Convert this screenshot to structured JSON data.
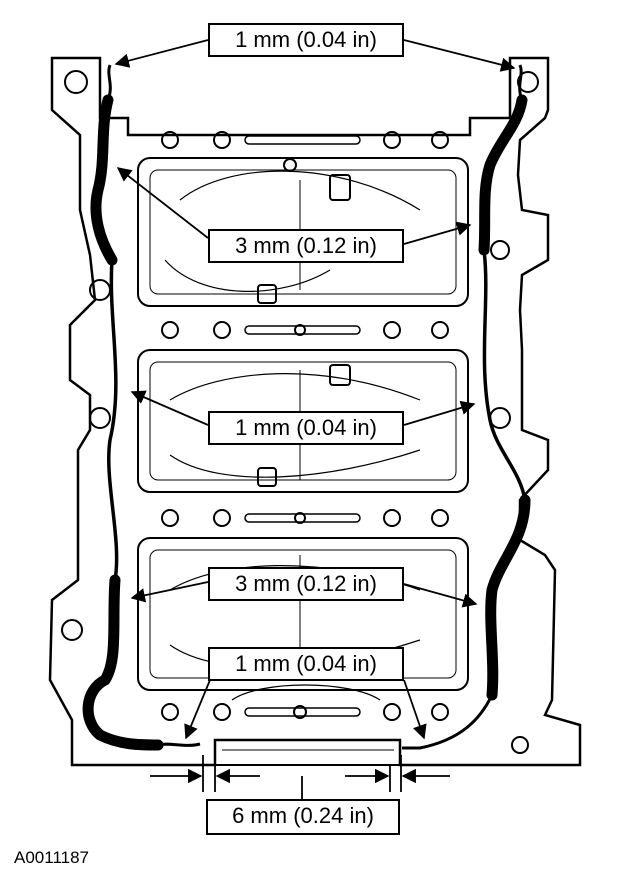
{
  "callouts": {
    "top": "1 mm (0.04 in)",
    "upper_bead": "3 mm (0.12 in)",
    "middle": "1 mm (0.04 in)",
    "lower_bead": "3 mm (0.12 in)",
    "bottom": "1 mm (0.04 in)",
    "gap_width": "6 mm (0.24 in)"
  },
  "figure_id": "A0011187"
}
